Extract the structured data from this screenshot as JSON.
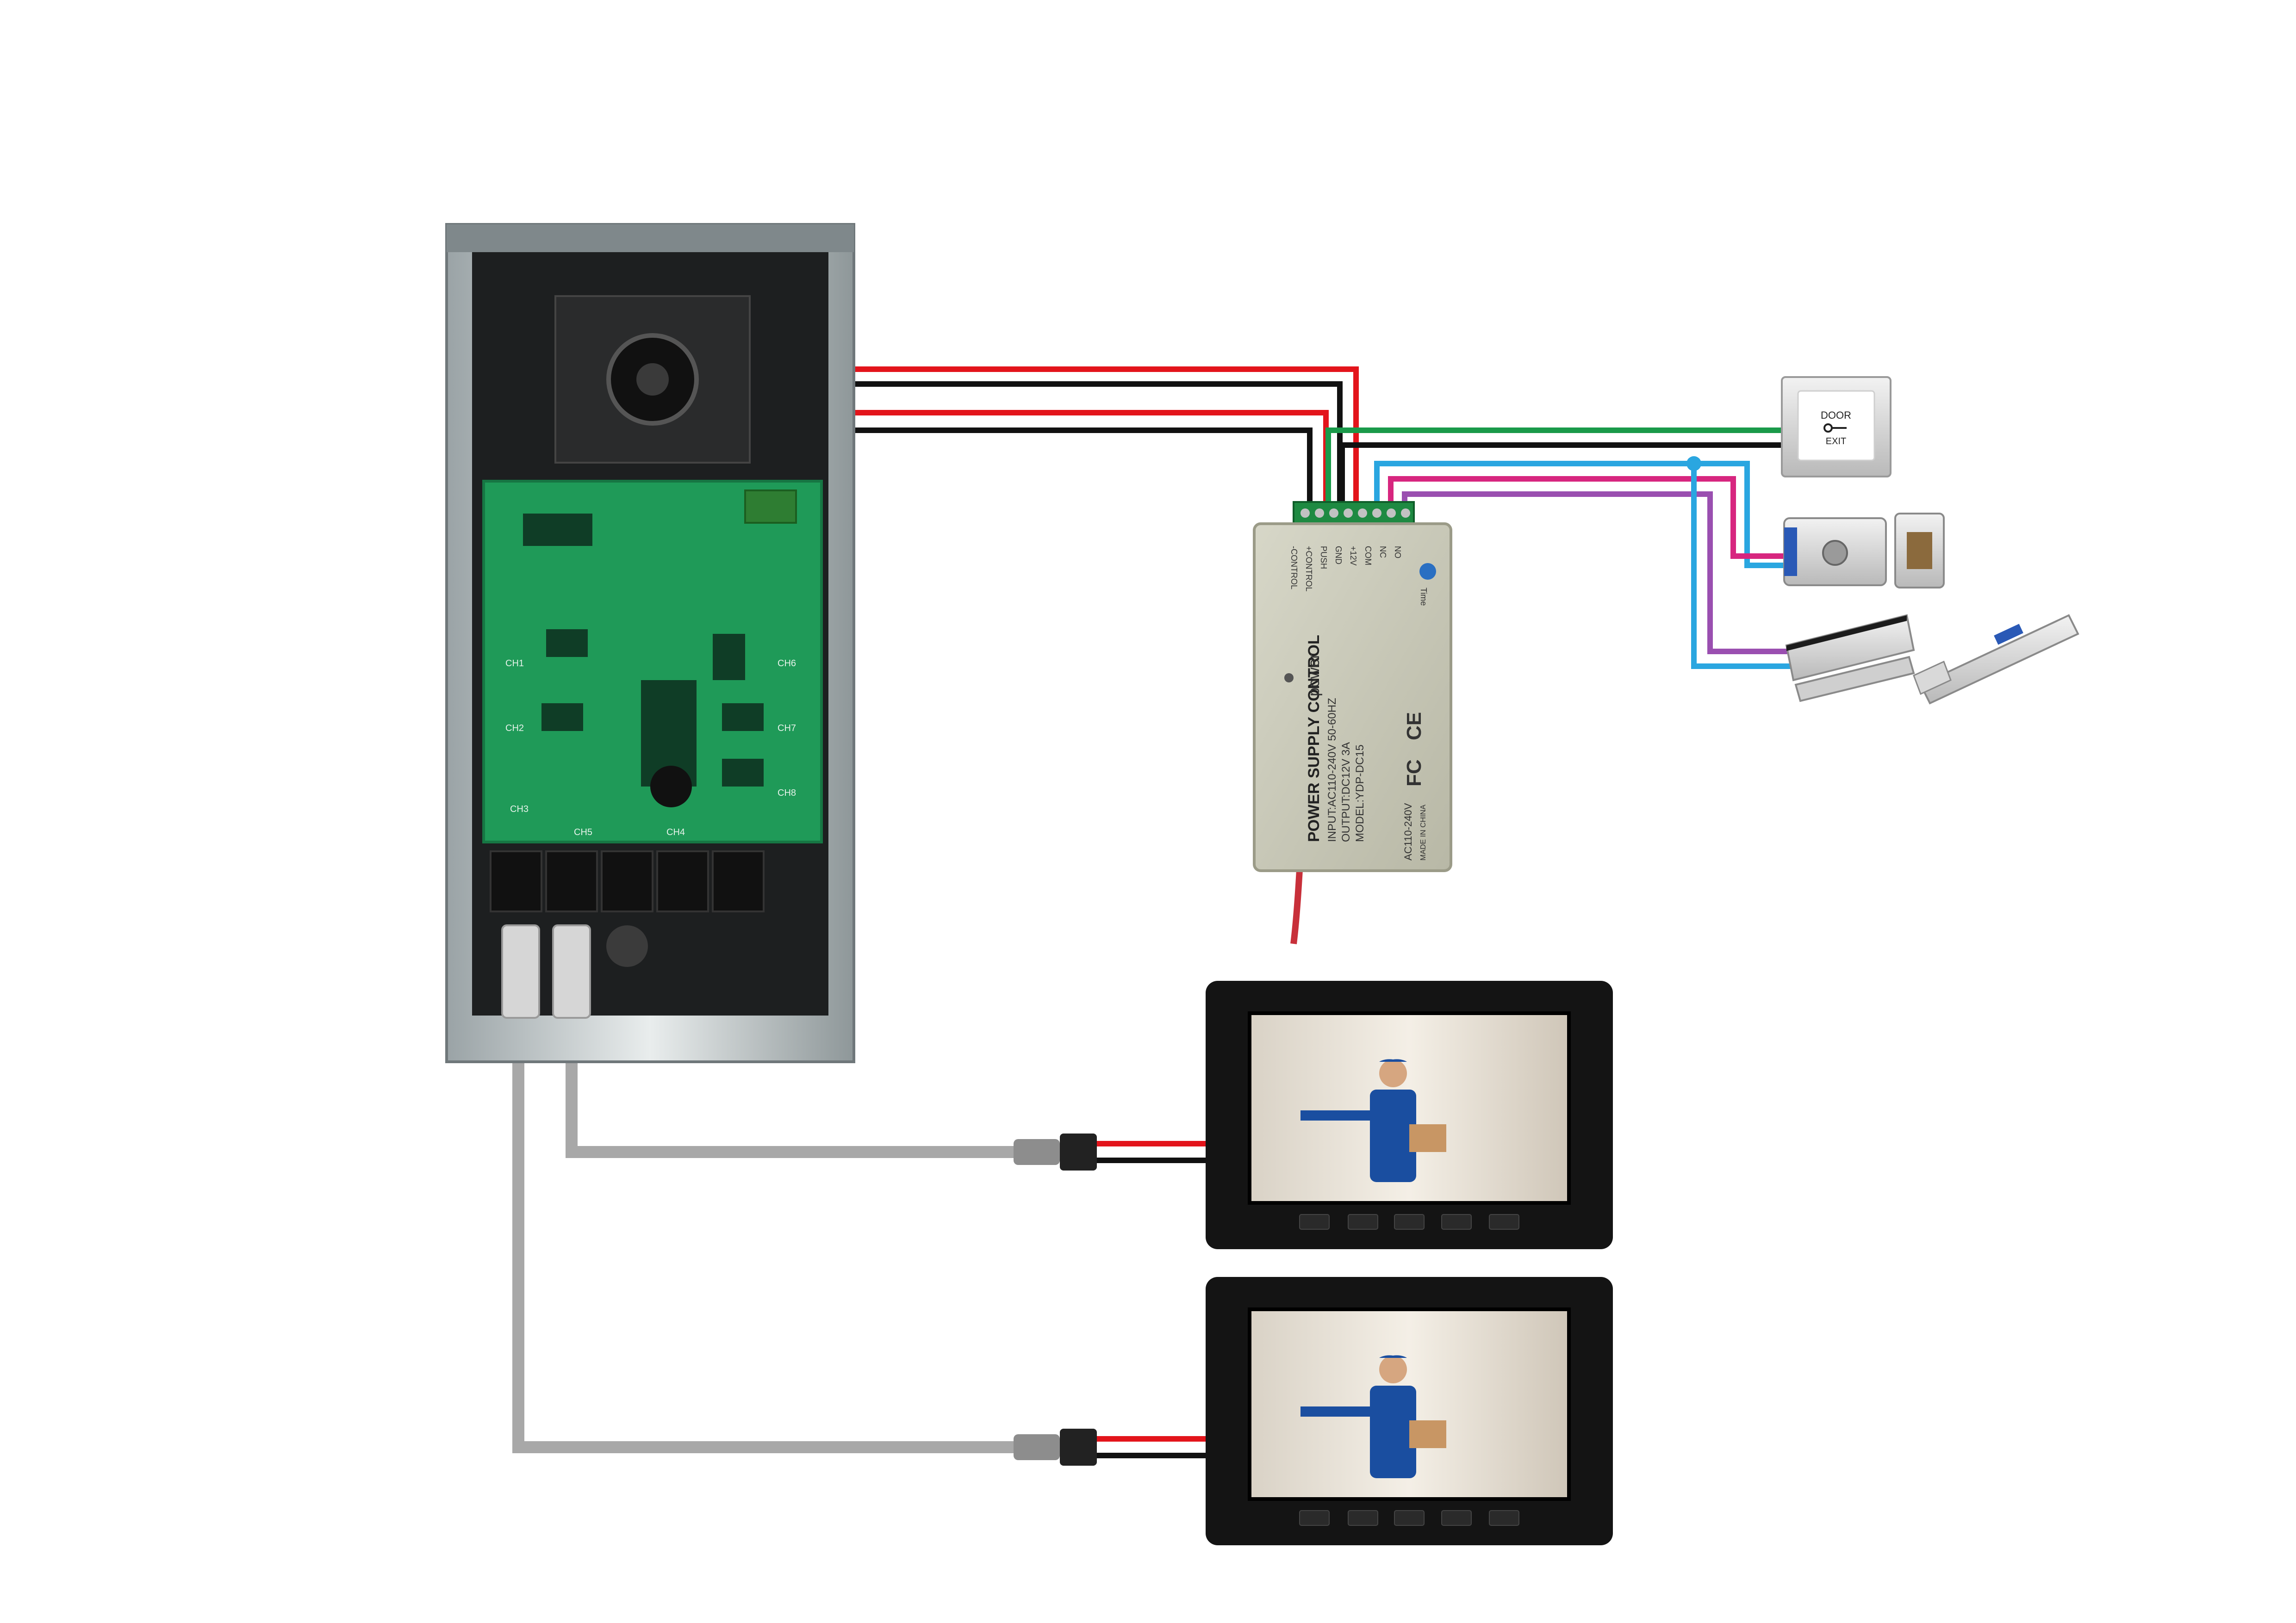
{
  "colors": {
    "background": "#ffffff",
    "wire_red": "#e3141b",
    "wire_black": "#111111",
    "wire_green": "#1a9a4a",
    "wire_blue": "#2aa6e0",
    "wire_magenta": "#d7267f",
    "wire_purple": "#9a4fb0",
    "cable_gray": "#a8a8a8",
    "pcb_green": "#1f9a58",
    "monitor_black": "#141414",
    "psu_body": "#c9c9b8"
  },
  "outdoor_unit": {
    "icon": "outdoor-camera-unit-icon",
    "board_labels": [
      "CH1",
      "CH2",
      "CH3",
      "CH4",
      "CH5",
      "CH6",
      "CH7",
      "CH8"
    ]
  },
  "power_supply": {
    "title": "POWER SUPPLY CONTROL",
    "brand": "power",
    "spec_input": "INPUT:AC110-240V 50-60HZ",
    "spec_output": "OUTPUT:DC12V 3A",
    "spec_model": "MODEL:YDP-DC15",
    "side_label": "AC110-240V",
    "made_in": "MADE IN CHINA",
    "time_label": "Time",
    "ce_mark": "CE",
    "fc_mark": "FC",
    "terminals": [
      "-CONTROL",
      "+CONTROL",
      "PUSH",
      "GND",
      "+12V",
      "COM",
      "NC",
      "NO"
    ]
  },
  "exit_button": {
    "line1": "DOOR",
    "line2": "EXIT",
    "icon": "key-icon"
  },
  "locks": [
    {
      "icon": "electric-lock-icon"
    },
    {
      "icon": "magnetic-lock-icon"
    },
    {
      "icon": "electric-bolt-lock-icon"
    }
  ],
  "monitors": [
    {
      "icon": "indoor-monitor-icon",
      "buttons": [
        "speaker-icon",
        "music-icon",
        "screen-icon",
        "unlock-icon",
        "call-icon"
      ]
    },
    {
      "icon": "indoor-monitor-icon",
      "buttons": [
        "speaker-icon",
        "music-icon",
        "screen-icon",
        "unlock-icon",
        "call-icon"
      ]
    }
  ]
}
